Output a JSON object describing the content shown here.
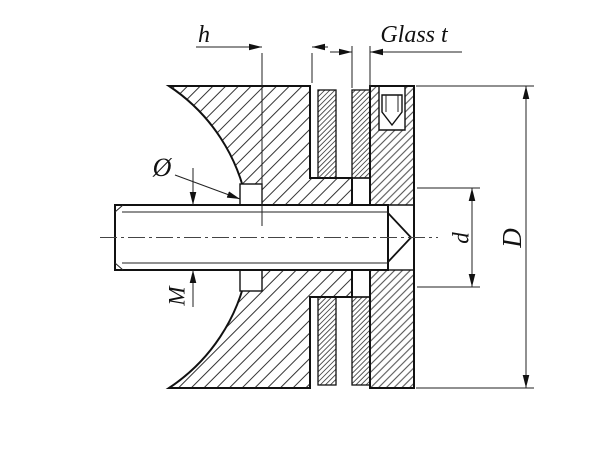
{
  "drawing": {
    "labels": {
      "h": "h",
      "glass_thickness": "Glass t",
      "diameter_symbol": "Ø",
      "thread_size": "M",
      "inner_diameter": "d",
      "outer_diameter": "D"
    },
    "colors": {
      "outline": "#111111",
      "thin_line": "#222222",
      "background": "#ffffff"
    }
  }
}
